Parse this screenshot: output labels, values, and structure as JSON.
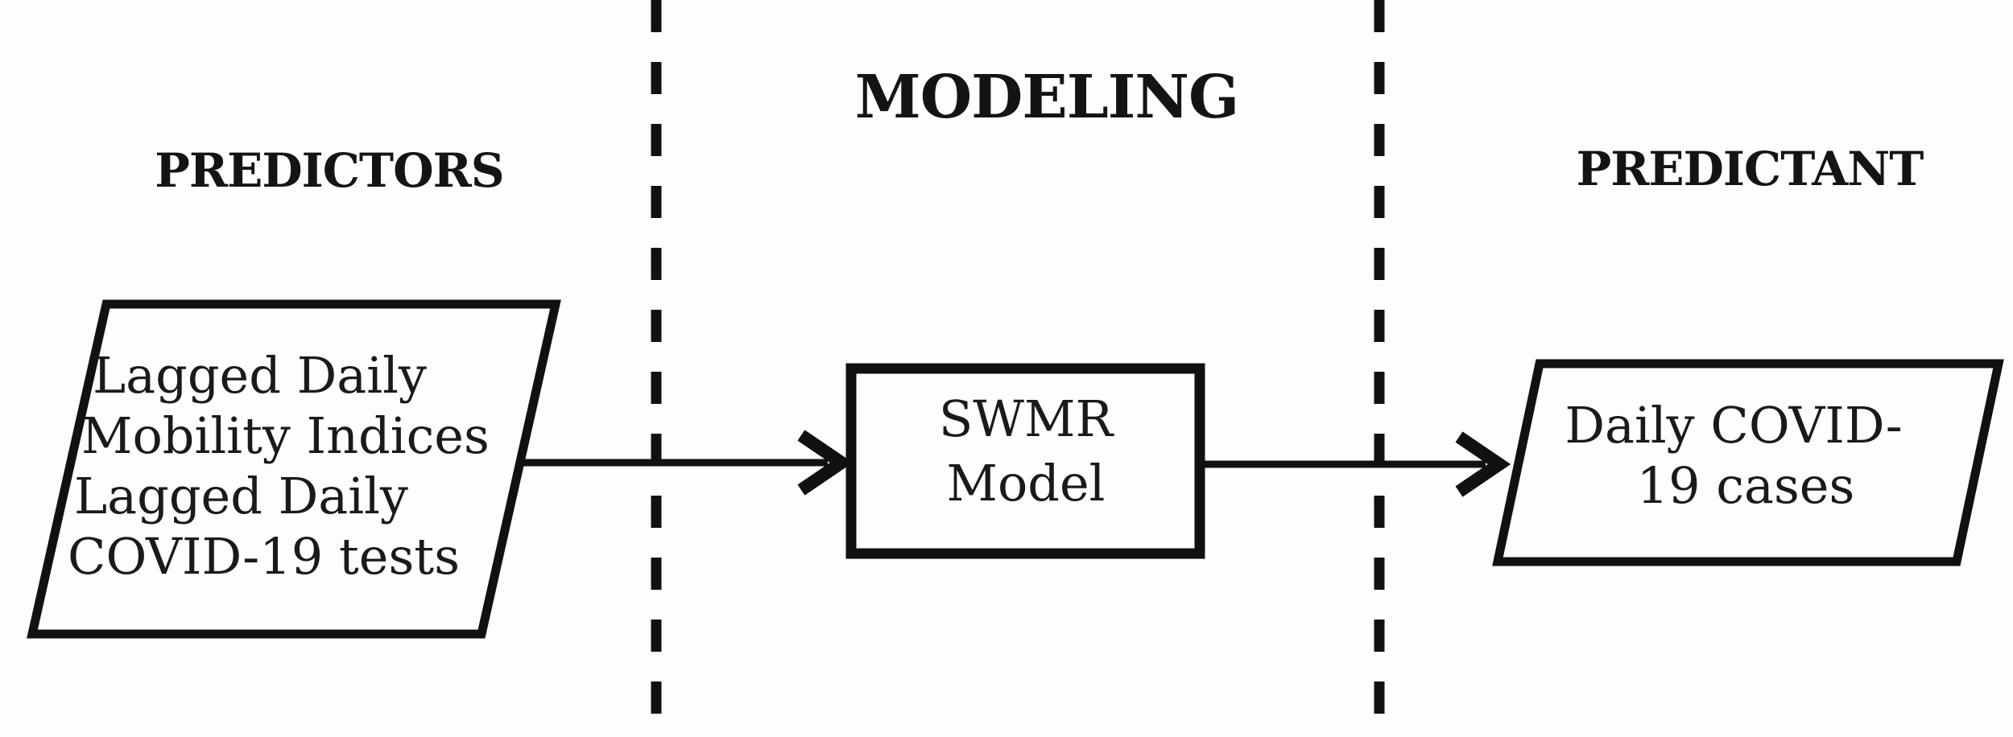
{
  "figure": {
    "type": "flowchart",
    "background": "#fdfdfd",
    "ink": "#111111",
    "divider_style": "vertical-dashed"
  },
  "sections": {
    "predictors": {
      "label": "PREDICTORS"
    },
    "modeling": {
      "label": "MODELING"
    },
    "predictant": {
      "label": "PREDICTANT"
    }
  },
  "nodes": {
    "predictors_input": {
      "shape": "parallelogram",
      "lines": [
        "Lagged Daily",
        "Mobility Indices",
        "Lagged Daily",
        "COVID-19 tests"
      ]
    },
    "model": {
      "shape": "rectangle",
      "lines": [
        "SWMR",
        "Model"
      ]
    },
    "predictant_output": {
      "shape": "parallelogram",
      "lines": [
        "Daily COVID-",
        "19 cases"
      ]
    }
  },
  "edges": [
    {
      "from": "predictors_input",
      "to": "model"
    },
    {
      "from": "model",
      "to": "predictant_output"
    }
  ]
}
